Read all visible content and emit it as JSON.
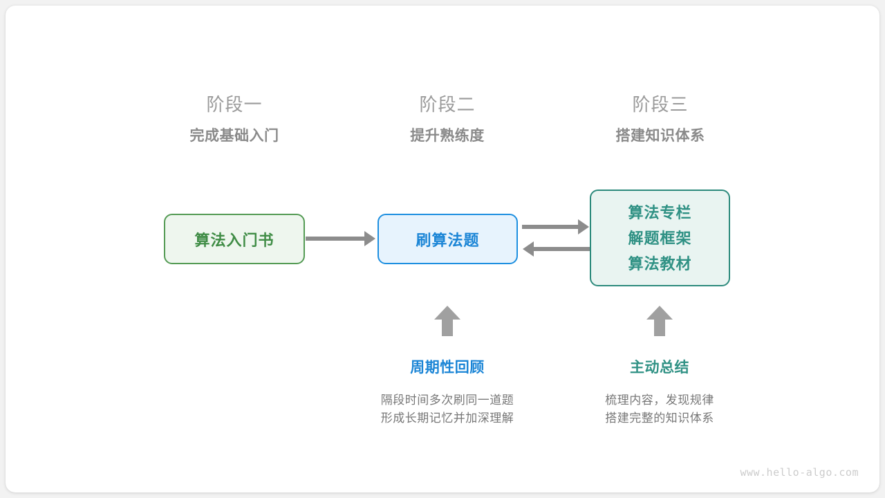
{
  "watermark": "www.hello-algo.com",
  "stages": [
    {
      "title": "阶段一",
      "subtitle": "完成基础入门"
    },
    {
      "title": "阶段二",
      "subtitle": "提升熟练度"
    },
    {
      "title": "阶段三",
      "subtitle": "搭建知识体系"
    }
  ],
  "nodes": {
    "book": {
      "label": "算法入门书",
      "color": "#3f8c45",
      "border": "#549b54",
      "fill": "#eef6ee"
    },
    "practice": {
      "label": "刷算法题",
      "color": "#1b85d6",
      "border": "#1d8fe0",
      "fill": "#e7f3fd"
    },
    "resources": {
      "lines": [
        "算法专栏",
        "解题框架",
        "算法教材"
      ],
      "color": "#2f9184",
      "border": "#2c8a7c",
      "fill": "#e9f4f1"
    }
  },
  "arrow_color": "#8c8c8c",
  "up_arrow_color": "#a0a0a0",
  "annotations": [
    {
      "title": "周期性回顾",
      "color": "#1b85d6",
      "desc_line1": "隔段时间多次刷同一道题",
      "desc_line2": "形成长期记忆并加深理解"
    },
    {
      "title": "主动总结",
      "color": "#2f9184",
      "desc_line1": "梳理内容，发现规律",
      "desc_line2": "搭建完整的知识体系"
    }
  ]
}
